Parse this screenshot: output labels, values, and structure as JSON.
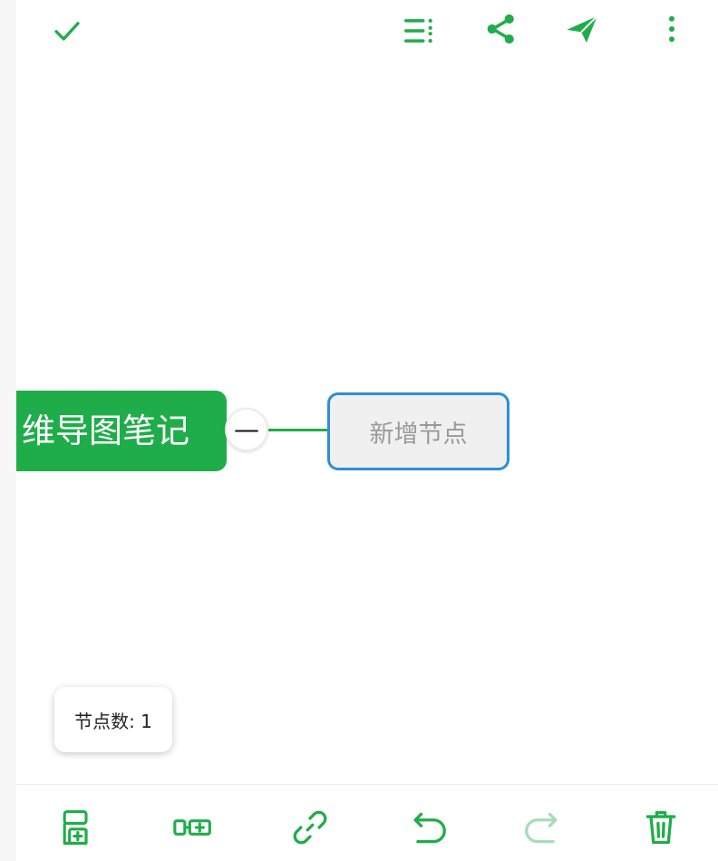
{
  "colors": {
    "accent": "#1fad4a",
    "selection_border": "#2b8fd8",
    "disabled": "#a8dcb8"
  },
  "top_bar": {
    "icons": [
      "check-icon",
      "outline-list-icon",
      "share-icon",
      "send-icon",
      "more-vert-icon"
    ]
  },
  "mindmap": {
    "root_label": "维导图笔记",
    "collapse_symbol": "—",
    "child_label": "新增节点"
  },
  "status": {
    "node_count_label": "节点数: 1"
  },
  "bottom_bar": {
    "icons": [
      "add-child-node-icon",
      "add-sibling-node-icon",
      "link-icon",
      "undo-icon",
      "redo-icon",
      "delete-icon"
    ],
    "redo_enabled": false
  }
}
